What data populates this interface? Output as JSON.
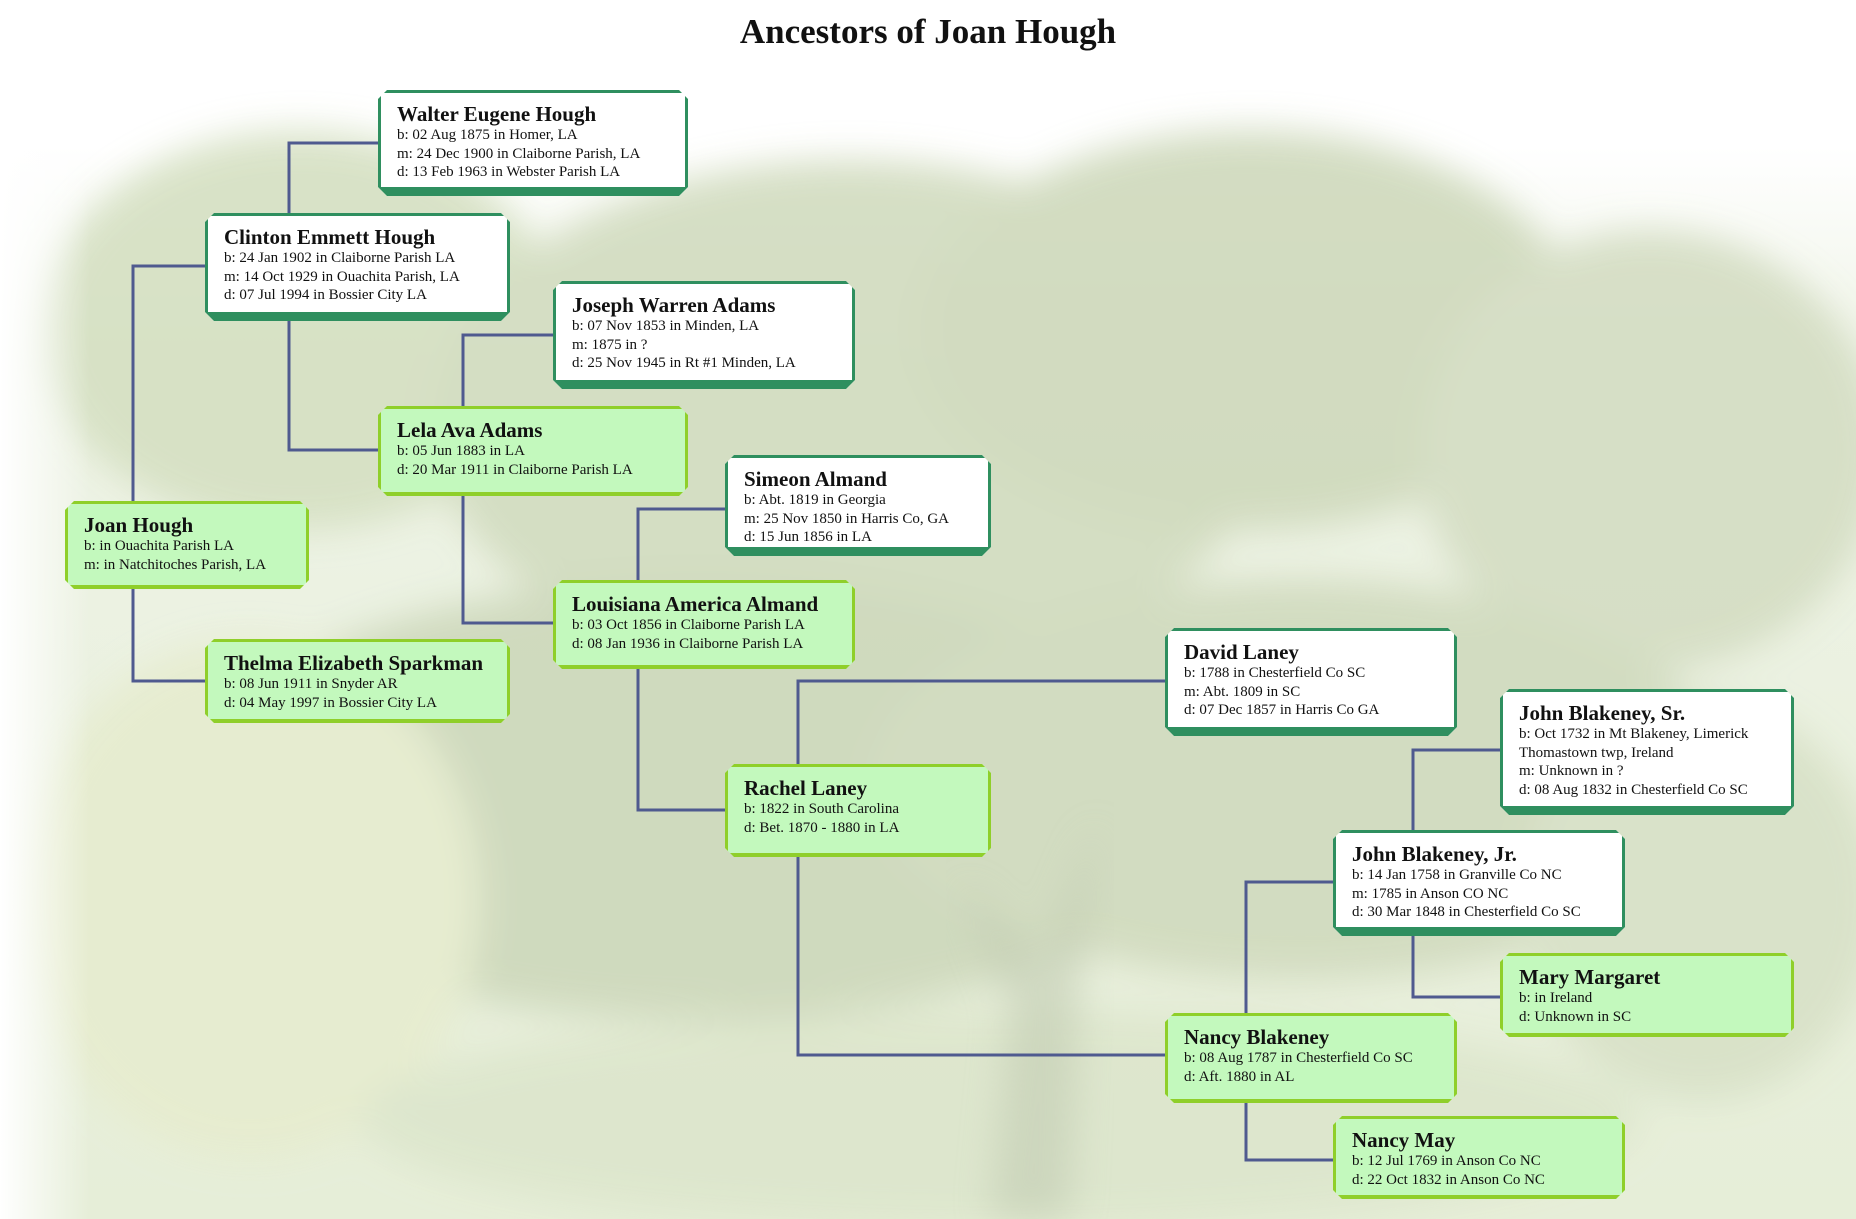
{
  "title": "Ancestors of Joan Hough",
  "colors": {
    "connector": "#4f5a8f",
    "male_border": "#2f8f5f",
    "female_border": "#8fcf2a",
    "female_fill": "#c3f9bd"
  },
  "people": [
    {
      "id": "walter",
      "name": "Walter Eugene Hough",
      "sex": "male",
      "lines": [
        "b: 02 Aug 1875 in Homer, LA",
        "m: 24 Dec 1900 in Claiborne Parish, LA",
        "d: 13 Feb 1963 in Webster Parish LA"
      ]
    },
    {
      "id": "clinton",
      "name": "Clinton Emmett Hough",
      "sex": "male",
      "lines": [
        "b: 24 Jan 1902 in Claiborne Parish LA",
        "m: 14 Oct 1929 in Ouachita Parish, LA",
        "d: 07 Jul 1994 in Bossier City LA"
      ]
    },
    {
      "id": "joseph",
      "name": "Joseph Warren Adams",
      "sex": "male",
      "lines": [
        "b: 07 Nov 1853 in Minden, LA",
        "m: 1875 in ?",
        "d: 25 Nov 1945 in Rt #1 Minden, LA"
      ]
    },
    {
      "id": "lela",
      "name": "Lela Ava Adams",
      "sex": "female",
      "lines": [
        "b: 05 Jun 1883 in LA",
        "d: 20 Mar 1911 in Claiborne Parish LA"
      ]
    },
    {
      "id": "simeon",
      "name": "Simeon Almand",
      "sex": "male",
      "lines": [
        "b: Abt. 1819 in Georgia",
        "m: 25 Nov 1850 in Harris Co, GA",
        "d: 15 Jun 1856 in LA"
      ]
    },
    {
      "id": "joan",
      "name": "Joan Hough",
      "sex": "female",
      "lines": [
        "b: in Ouachita Parish LA",
        "m: in Natchitoches Parish, LA"
      ]
    },
    {
      "id": "louisiana",
      "name": "Louisiana America Almand",
      "sex": "female",
      "lines": [
        "b: 03 Oct 1856 in Claiborne Parish LA",
        "d: 08 Jan 1936 in Claiborne Parish LA"
      ]
    },
    {
      "id": "thelma",
      "name": "Thelma Elizabeth Sparkman",
      "sex": "female",
      "lines": [
        "b: 08 Jun 1911 in Snyder AR",
        "d: 04 May 1997 in Bossier City LA"
      ]
    },
    {
      "id": "david",
      "name": "David Laney",
      "sex": "male",
      "lines": [
        "b: 1788 in Chesterfield Co SC",
        "m: Abt. 1809 in SC",
        "d: 07 Dec 1857 in Harris Co GA"
      ]
    },
    {
      "id": "johnsr",
      "name": "John Blakeney, Sr.",
      "sex": "male",
      "lines": [
        "b: Oct 1732 in Mt Blakeney, Limerick",
        "Thomastown twp, Ireland",
        "m: Unknown in ?",
        "d: 08 Aug 1832 in Chesterfield Co SC"
      ]
    },
    {
      "id": "rachel",
      "name": "Rachel Laney",
      "sex": "female",
      "lines": [
        "b: 1822 in South Carolina",
        "d: Bet. 1870 - 1880 in LA"
      ]
    },
    {
      "id": "johnjr",
      "name": "John Blakeney, Jr.",
      "sex": "male",
      "lines": [
        "b: 14 Jan 1758 in Granville Co NC",
        "m: 1785 in Anson CO NC",
        "d: 30 Mar 1848 in Chesterfield Co SC"
      ]
    },
    {
      "id": "mary",
      "name": "Mary Margaret",
      "sex": "female",
      "lines": [
        "b: in Ireland",
        "d: Unknown in SC"
      ]
    },
    {
      "id": "nancyb",
      "name": "Nancy Blakeney",
      "sex": "female",
      "lines": [
        "b: 08 Aug 1787 in Chesterfield Co SC",
        "d: Aft. 1880 in AL"
      ]
    },
    {
      "id": "nancym",
      "name": "Nancy May",
      "sex": "female",
      "lines": [
        "b: 12 Jul 1769 in Anson Co NC",
        "d: 22 Oct 1832 in Anson Co NC"
      ]
    }
  ]
}
